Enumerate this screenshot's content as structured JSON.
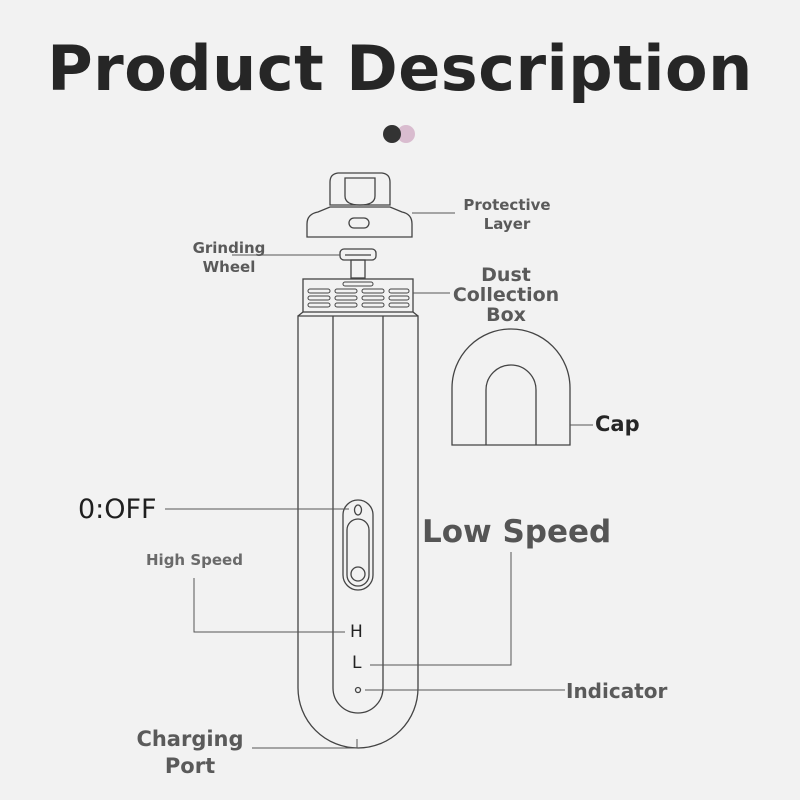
{
  "title": "Product Description",
  "color_dots": [
    "#333333",
    "#d9bccf"
  ],
  "labels": {
    "protective_layer": "Protective\nLayer",
    "grinding_wheel": "Grinding\nWheel",
    "dust_collection_box": "Dust\nCollection\nBox",
    "cap": "Cap",
    "off": "0:OFF",
    "low_speed": "Low Speed",
    "high_speed": "High Speed",
    "indicator": "Indicator",
    "charging_port": "Charging\nPort"
  },
  "switch_marks": {
    "high": "H",
    "low": "L"
  }
}
